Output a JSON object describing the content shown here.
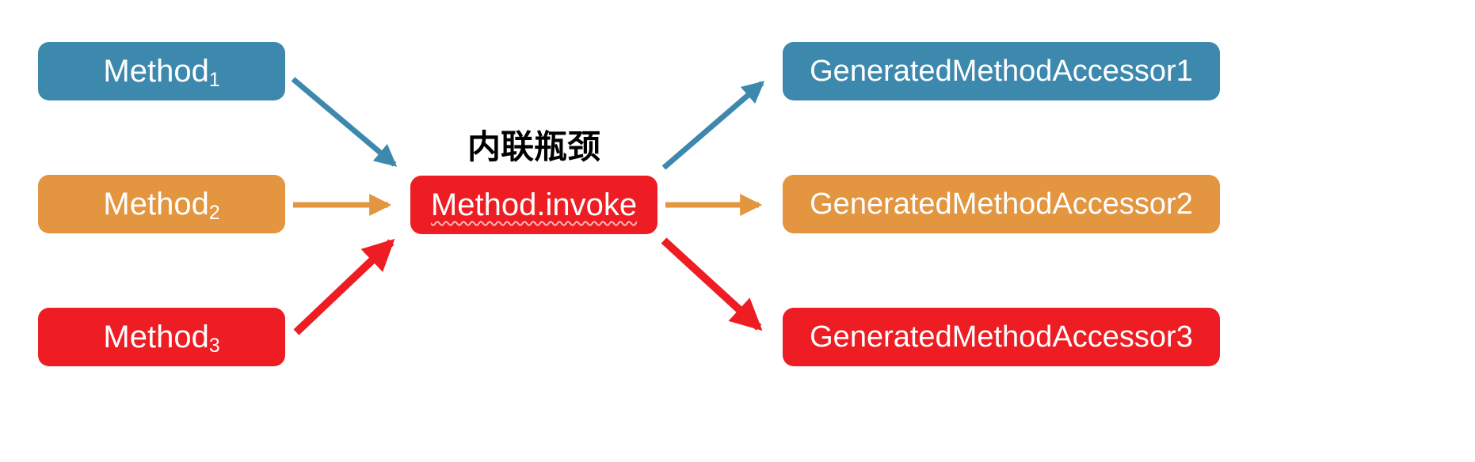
{
  "diagram": {
    "caption_above_center": "内联瓶颈",
    "center_box": {
      "label": "Method.invoke",
      "color": "#ee1c23"
    },
    "left_boxes": [
      {
        "label": "Method",
        "sub": "1",
        "color": "#3d89ae"
      },
      {
        "label": "Method",
        "sub": "2",
        "color": "#e3953f"
      },
      {
        "label": "Method",
        "sub": "3",
        "color": "#ee1c23"
      }
    ],
    "right_boxes": [
      {
        "label": "GeneratedMethodAccessor1",
        "color": "#3d89ae"
      },
      {
        "label": "GeneratedMethodAccessor2",
        "color": "#e3953f"
      },
      {
        "label": "GeneratedMethodAccessor3",
        "color": "#ee1c23"
      }
    ],
    "colors": {
      "teal": "#3d89ae",
      "orange": "#e3953f",
      "red": "#ee1c23",
      "background": "#ffffff",
      "caption_text": "#000000",
      "box_text": "#ffffff"
    }
  }
}
